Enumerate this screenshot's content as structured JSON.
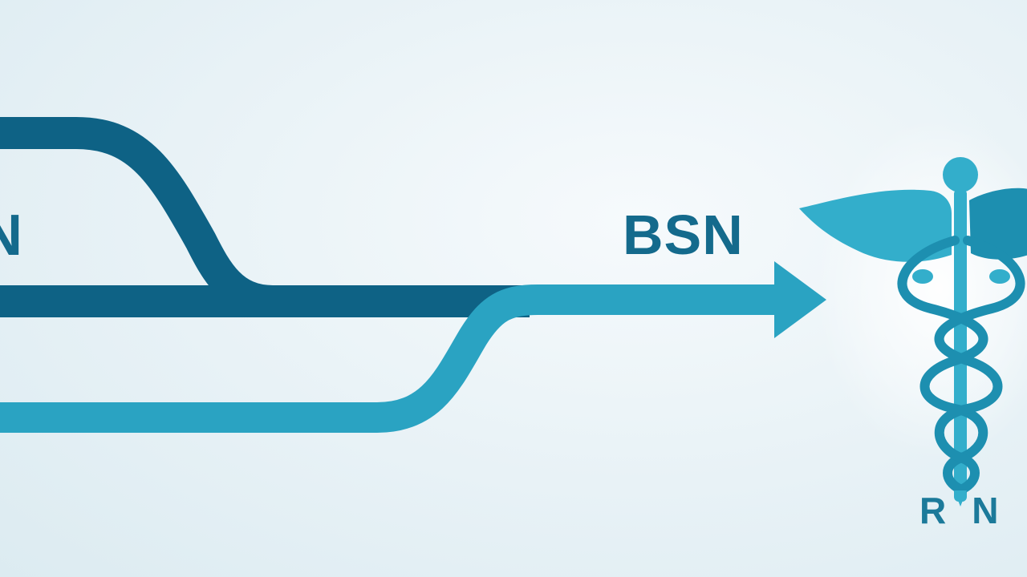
{
  "labels": {
    "left_partial": "N",
    "bsn": "BSN",
    "rn_r": "R",
    "rn_n": "N"
  },
  "colors": {
    "dark_path": "#0e6285",
    "light_path": "#2aa3c2",
    "caduceus": "#33aecb",
    "caduceus_dark": "#1d8fb0",
    "text_dark": "#146a8c",
    "text_rn": "#1c7a9a"
  },
  "icons": {
    "arrowhead": "arrowhead-icon",
    "caduceus": "caduceus-icon"
  }
}
